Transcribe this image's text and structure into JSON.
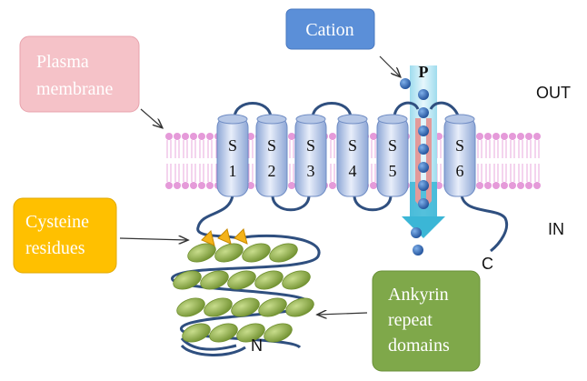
{
  "callouts": {
    "plasma_membrane": "Plasma membrane",
    "cation": "Cation",
    "cysteine": "Cysteine residues",
    "ankyrin": "Ankyrin repeat domains"
  },
  "regions": {
    "out": "OUT",
    "in": "IN"
  },
  "pore_label": "P",
  "termini": {
    "n": "N",
    "c": "C"
  },
  "segments": [
    {
      "letter": "S",
      "number": "1"
    },
    {
      "letter": "S",
      "number": "2"
    },
    {
      "letter": "S",
      "number": "3"
    },
    {
      "letter": "S",
      "number": "4"
    },
    {
      "letter": "S",
      "number": "5"
    },
    {
      "letter": "S",
      "number": "6"
    }
  ],
  "colors": {
    "membrane_head": "#e59ad9",
    "membrane_tail": "#e8a9de",
    "helix_fill": "#c9d6ee",
    "helix_stroke": "#5b7bb8",
    "loop": "#2f4f7f",
    "pore": "#3bb6d6",
    "pore_lining": "#e39a9a",
    "ion": "#2a5faa",
    "ankyrin": "#93b24a",
    "cysteine": "#f4b31a",
    "callout_plasma": "#f5c2c8",
    "callout_cation": "#5b8fd8",
    "callout_cysteine": "#ffc000",
    "callout_ankyrin": "#7fa84a"
  }
}
